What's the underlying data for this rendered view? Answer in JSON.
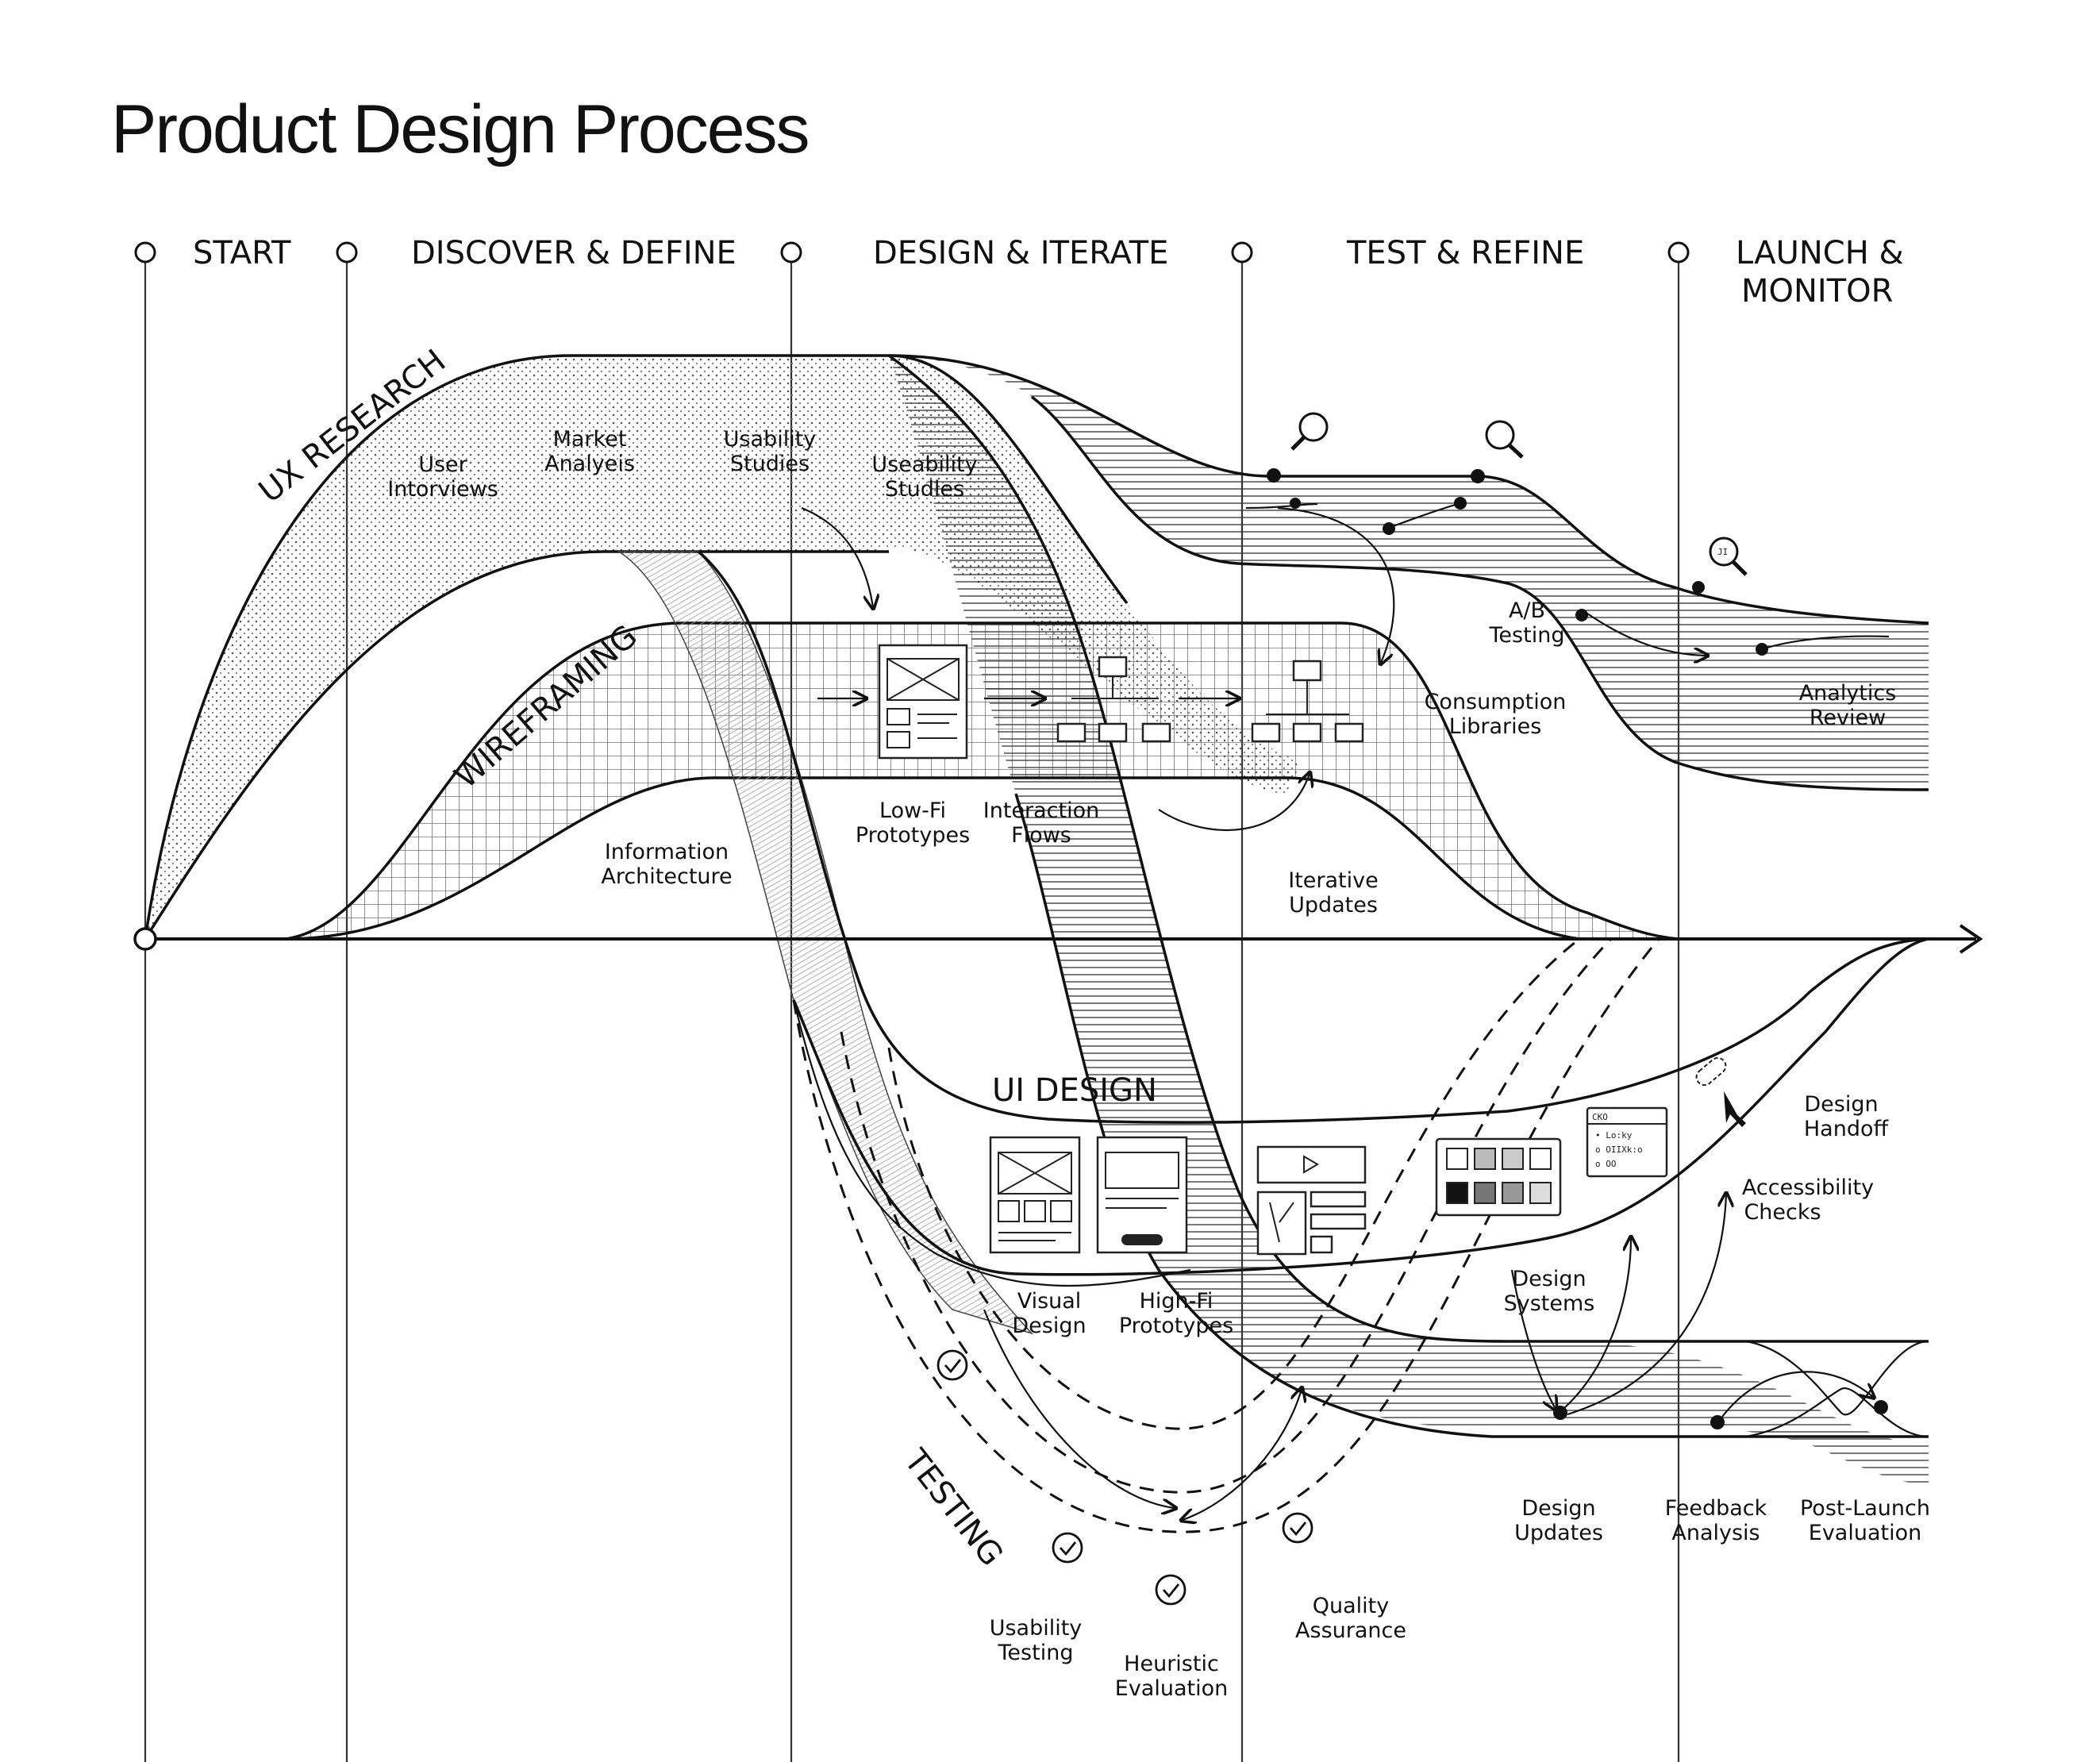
{
  "title": "Product Design Process",
  "phases": {
    "start": "START",
    "discover": "DISCOVER & DEFINE",
    "design": "DESIGN & ITERATE",
    "test": "TEST & REFINE",
    "launch_line1": "LAUNCH &",
    "launch_line2": "MONITOR"
  },
  "bands": {
    "ux_research": "UX RESEARCH",
    "wireframing": "WIREFRAMING",
    "ui_design": "UI DESIGN",
    "testing": "TESTING"
  },
  "labels": {
    "user_interviews": [
      "User",
      "Intorviews"
    ],
    "market_analysis": [
      "Market",
      "Analyeis"
    ],
    "usability_studies_1": [
      "Usability",
      "Studies"
    ],
    "usability_studies_2": [
      "Useability",
      "Studles"
    ],
    "ab_testing": [
      "A/B",
      "Testing"
    ],
    "consumption_libraries": [
      "Consumption",
      "Libraries"
    ],
    "analytics_review": [
      "Analytics",
      "Review"
    ],
    "information_architecture": [
      "Information",
      "Architecture"
    ],
    "low_fi_prototypes": [
      "Low-Fi",
      "Prototypes"
    ],
    "interaction_flows": [
      "Interaction",
      "Flows"
    ],
    "iterative_updates": [
      "Iterative",
      "Updates"
    ],
    "design_handoff": [
      "Design",
      "Handoff"
    ],
    "accessibility_checks": [
      "Accessibility",
      "Checks"
    ],
    "design_systems": [
      "Design",
      "Systems"
    ],
    "visual_design": [
      "Visual",
      "Design"
    ],
    "high_fi_prototypes": [
      "High-Fi",
      "Prototypes"
    ],
    "design_updates": [
      "Design",
      "Updates"
    ],
    "feedback_analysis": [
      "Feedback",
      "Analysis"
    ],
    "post_launch_evaluation": [
      "Post-Launch",
      "Evaluation"
    ],
    "usability_testing": [
      "Usability",
      "Testing"
    ],
    "heuristic_evaluation": [
      "Heuristic",
      "Evaluation"
    ],
    "quality_assurance": [
      "Quality",
      "Assurance"
    ]
  },
  "widget_text": {
    "panel_title": "CKO",
    "panel_line1": "• Lo:ky",
    "panel_line2": "  o OIIXk:o",
    "panel_line3": "  o OO",
    "magnifier_mark": "JI"
  },
  "icons": [
    "magnifier-icon",
    "wireframe-icon",
    "sitemap-icon",
    "video-icon",
    "swatch-icon",
    "cursor-icon",
    "check-icon",
    "arrow-icon"
  ]
}
